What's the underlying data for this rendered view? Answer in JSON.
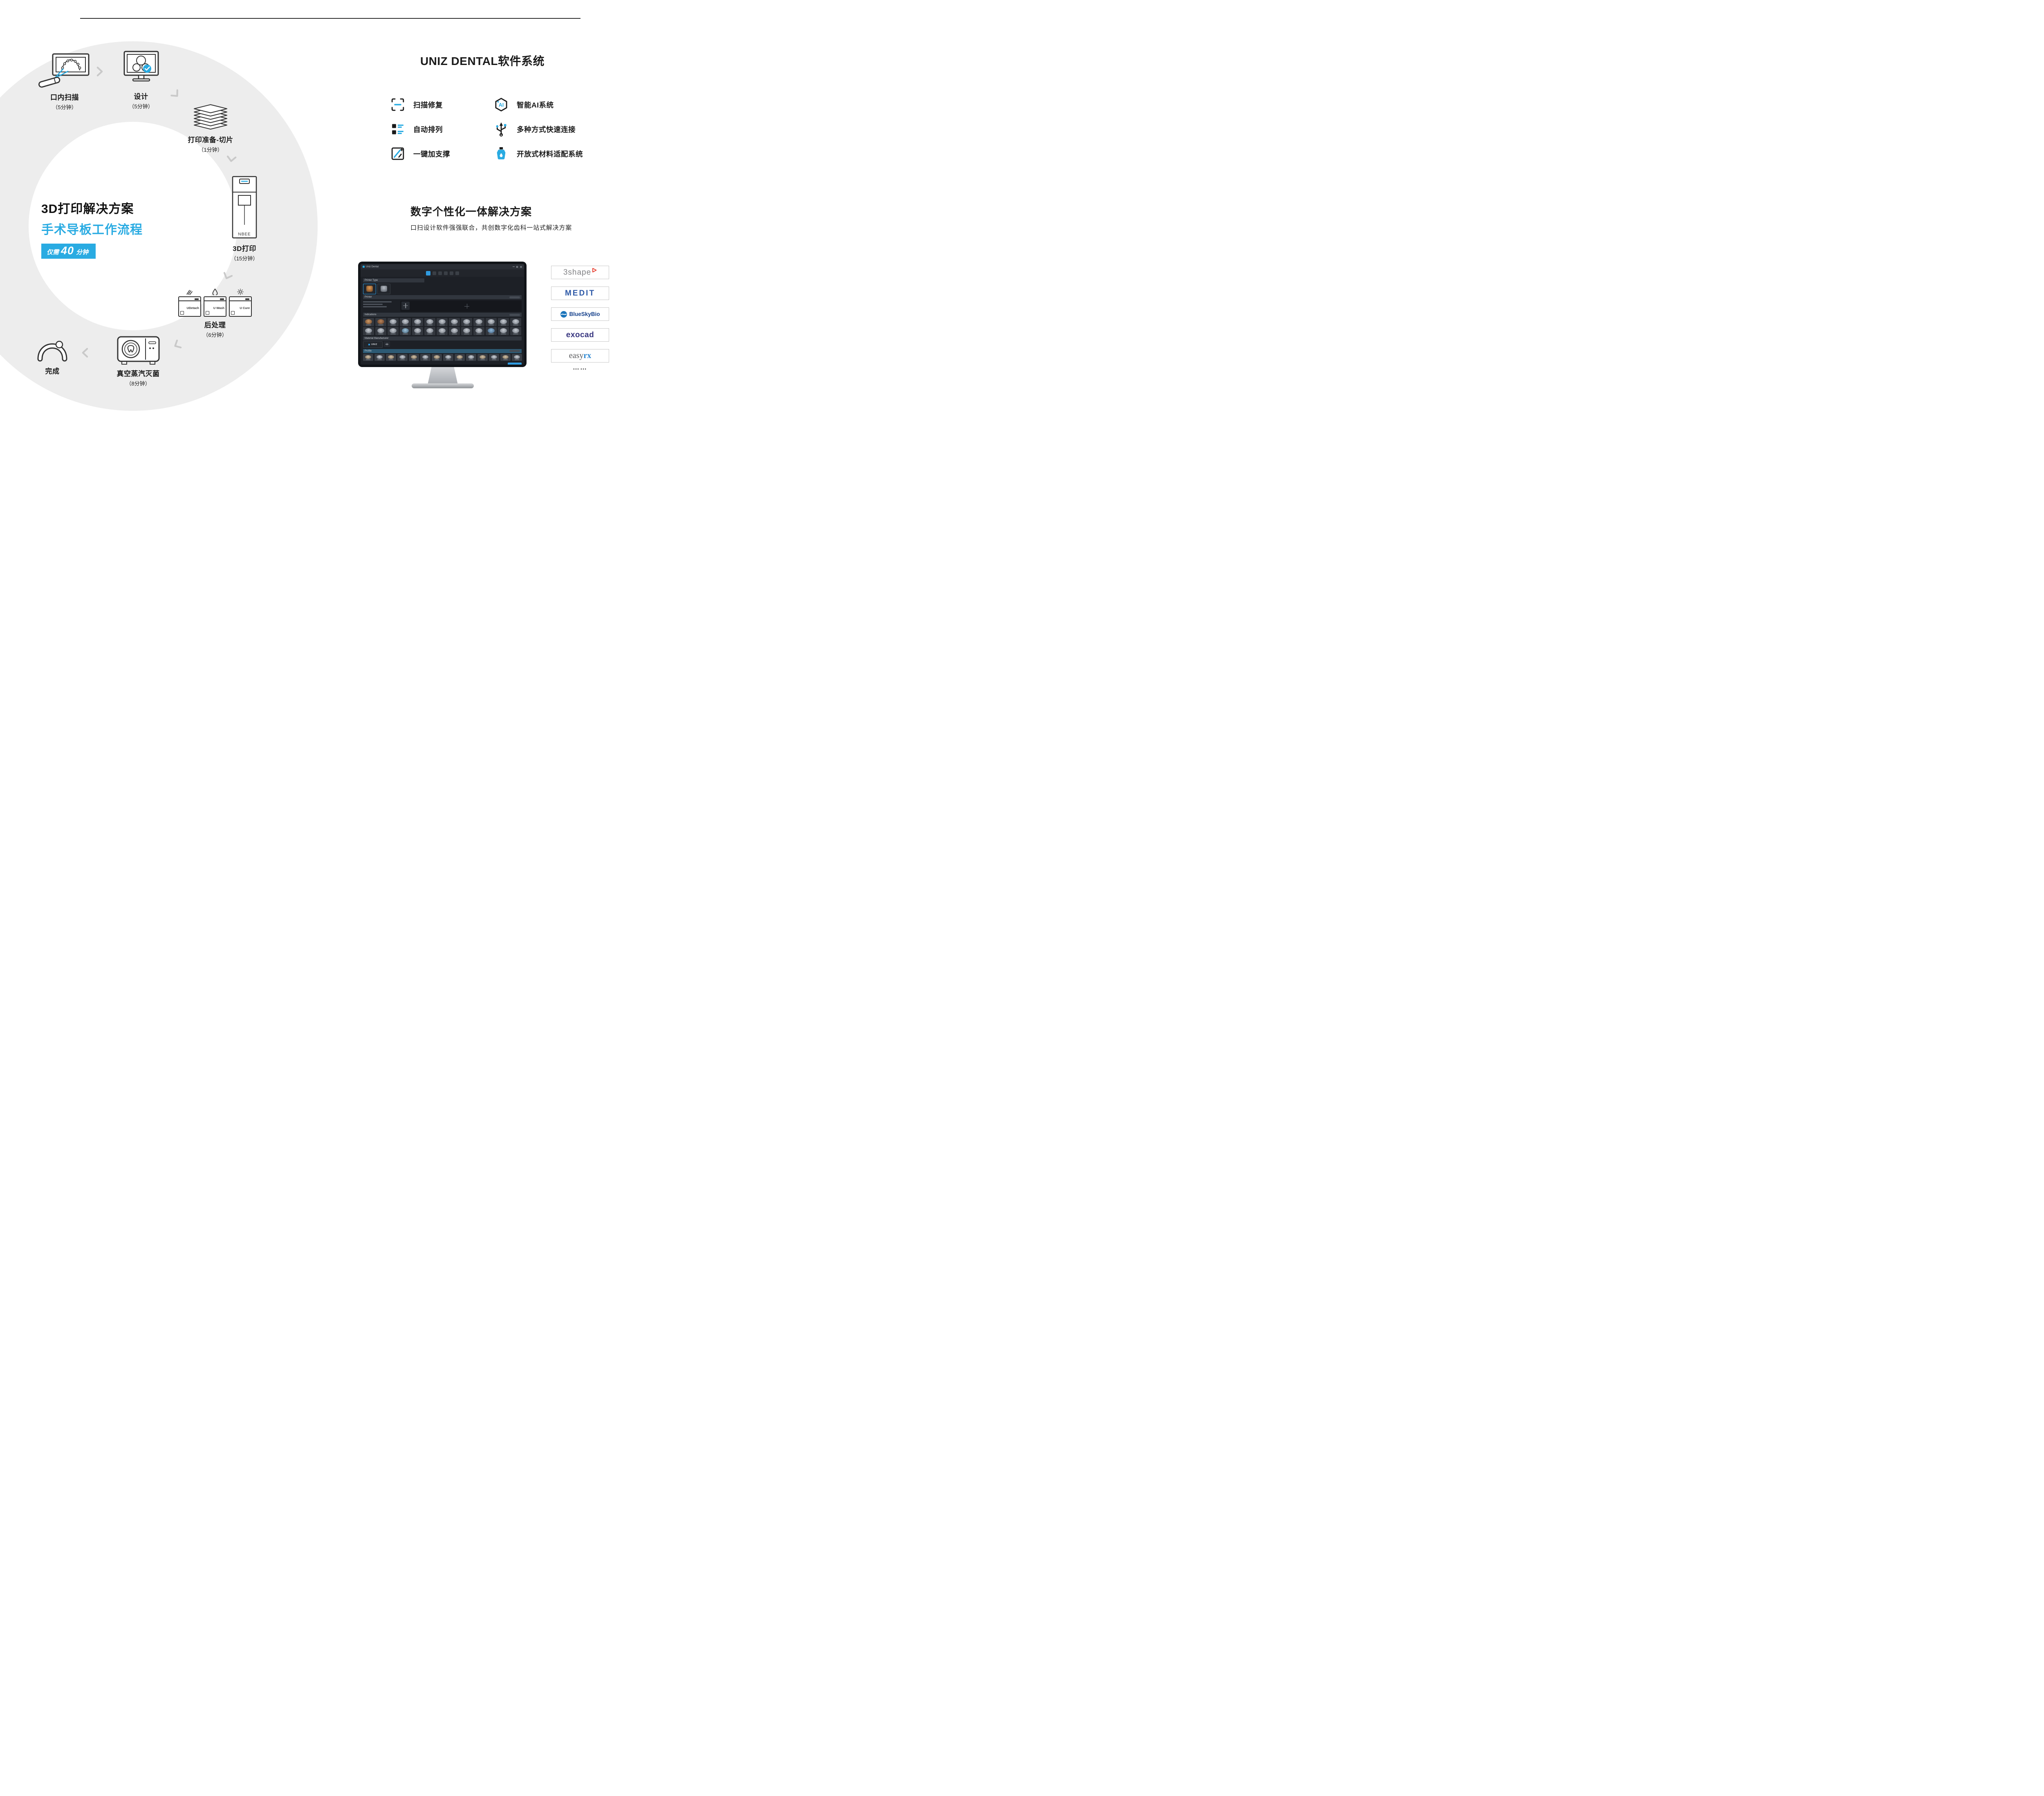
{
  "colors": {
    "accent": "#29abe2",
    "ring": "#ededed",
    "ink": "#1a1a1a",
    "chevron": "#c9c9c9"
  },
  "workflow": {
    "center": {
      "title_black": "3D打印解决方案",
      "title_blue": "手术导板工作流程",
      "badge_prefix": "仅需",
      "badge_number": "40",
      "badge_suffix": "分钟"
    },
    "steps": [
      {
        "label": "口内扫描",
        "duration": "（5分钟）"
      },
      {
        "label": "设计",
        "duration": "（5分钟）"
      },
      {
        "label": "打印准备-切片",
        "duration": "（1分钟）"
      },
      {
        "label": "3D打印",
        "duration": "（15分钟）",
        "device_label": "NBEE"
      },
      {
        "label": "后处理",
        "duration": "（6分钟）",
        "machines": [
          "UDetach",
          "U Wash",
          "U Cure"
        ]
      },
      {
        "label": "真空蒸汽灭菌",
        "duration": "（8分钟）"
      },
      {
        "label": "完成"
      }
    ]
  },
  "software": {
    "title": "UNIZ DENTAL软件系统",
    "features": [
      {
        "label": "扫描修复"
      },
      {
        "label": "智能AI系统",
        "icon_text": "AI"
      },
      {
        "label": "自动排列"
      },
      {
        "label": "多种方式快速连接"
      },
      {
        "label": "一键加支撑"
      },
      {
        "label": "开放式材料适配系统"
      }
    ]
  },
  "solution": {
    "title": "数字个性化一体解决方案",
    "subtitle": "口扫设计软件强强联合，共创数字化齿科一站式解决方案",
    "partners_more": "……"
  },
  "partners": [
    {
      "text": "3shape"
    },
    {
      "text": "MEDIT"
    },
    {
      "text": "BlueSkyBio"
    },
    {
      "text": "exocad"
    },
    {
      "text_part1": "easy",
      "text_part2": "rx"
    }
  ],
  "monitor": {
    "window_title": "Uniz Dental",
    "brand": "UNIZ",
    "sections": {
      "printer_type": "Printer Type",
      "printer": "Printer",
      "indications": "Indications",
      "material": "Material Manufacturer",
      "profile": "Profile"
    }
  }
}
